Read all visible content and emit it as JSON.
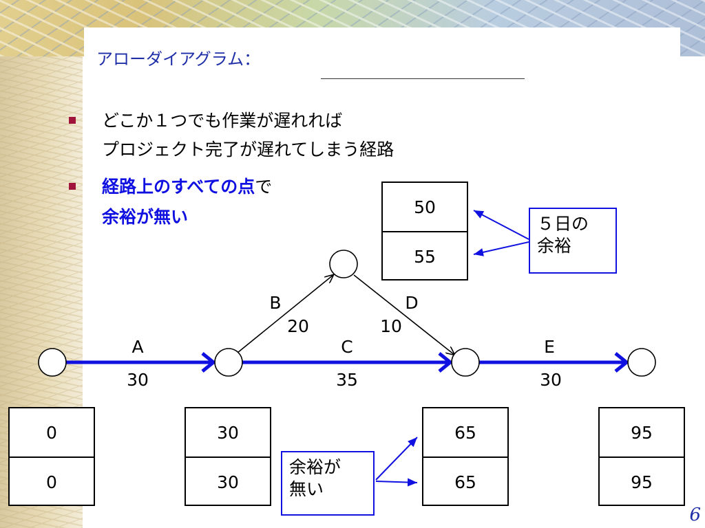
{
  "title": "アローダイアグラム：",
  "bullets": [
    {
      "line1": "どこか１つでも作業が遅れれば",
      "line2": "プロジェクト完了が遅れてしまう経路"
    },
    {
      "emph1": "経路上のすべての点",
      "rest1": "で",
      "emph2": "余裕が無い"
    }
  ],
  "activities": [
    {
      "name": "A",
      "duration": "30"
    },
    {
      "name": "B",
      "duration": "20"
    },
    {
      "name": "C",
      "duration": "35"
    },
    {
      "name": "D",
      "duration": "10"
    },
    {
      "name": "E",
      "duration": "30"
    }
  ],
  "node_boxes": [
    {
      "early": "0",
      "late": "0"
    },
    {
      "early": "30",
      "late": "30"
    },
    {
      "early": "65",
      "late": "65"
    },
    {
      "early": "95",
      "late": "95"
    },
    {
      "early": "50",
      "late": "55"
    }
  ],
  "notes": {
    "slack5_line1": "５日の",
    "slack5_line2": "余裕",
    "noslack_line1": "余裕が",
    "noslack_line2": "無い"
  },
  "page_number": "6",
  "colors": {
    "critical_path": "#1010e0",
    "emphasis": "#1010e0",
    "title": "#1f2fa8",
    "bullet": "#a0143c"
  }
}
